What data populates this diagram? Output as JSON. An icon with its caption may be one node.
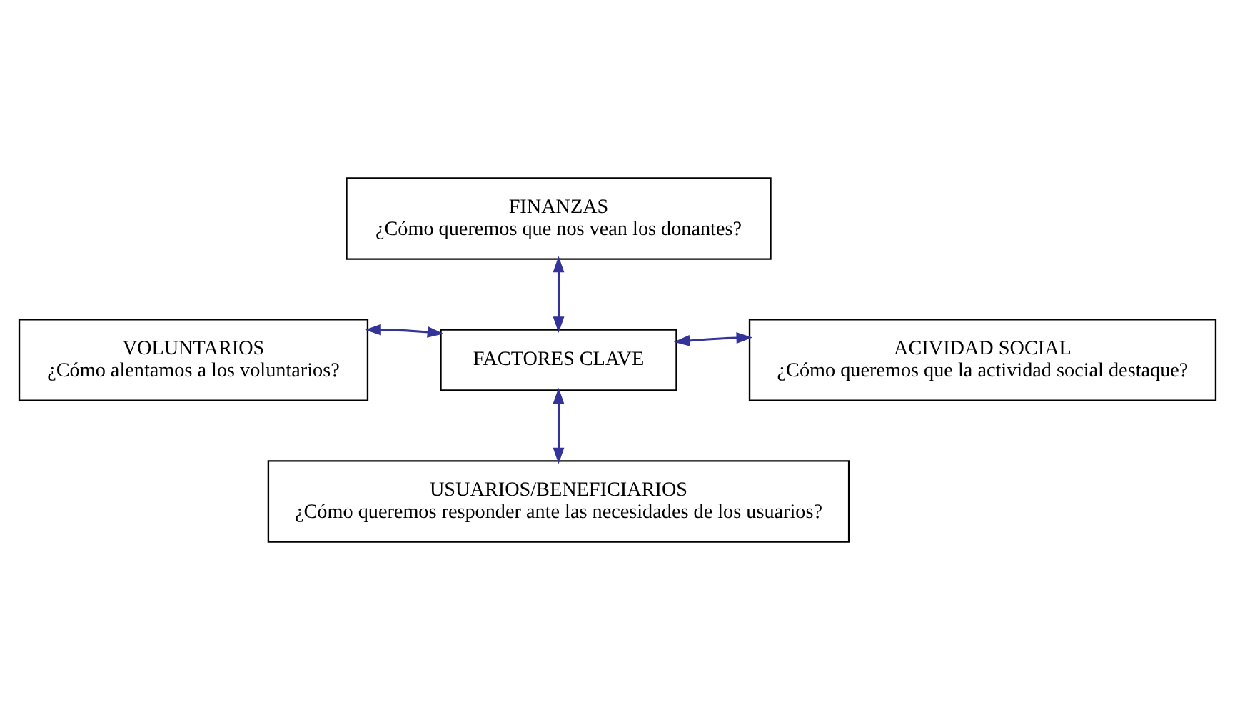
{
  "diagram": {
    "nodes": [
      {
        "text": [
          "FINANZAS",
          "¿Cómo queremos que nos vean los donantes?"
        ]
      },
      {
        "text": [
          "VOLUNTARIOS",
          "¿Cómo alentamos a los voluntarios?"
        ]
      },
      {
        "text": [
          "FACTORES CLAVE"
        ]
      },
      {
        "text": [
          "ACIVIDAD SOCIAL",
          "¿Cómo queremos que la actividad social destaque?"
        ]
      },
      {
        "text": [
          "USUARIOS/BENEFICIARIOS",
          "¿Cómo queremos responder ante las necesidades de los usuarios?"
        ]
      }
    ],
    "edges": [
      {
        "from": 0,
        "to": 2,
        "arrow": "both"
      },
      {
        "from": 1,
        "to": 2,
        "arrow": "both"
      },
      {
        "from": 2,
        "to": 3,
        "arrow": "both"
      },
      {
        "from": 2,
        "to": 4,
        "arrow": "both"
      }
    ]
  }
}
